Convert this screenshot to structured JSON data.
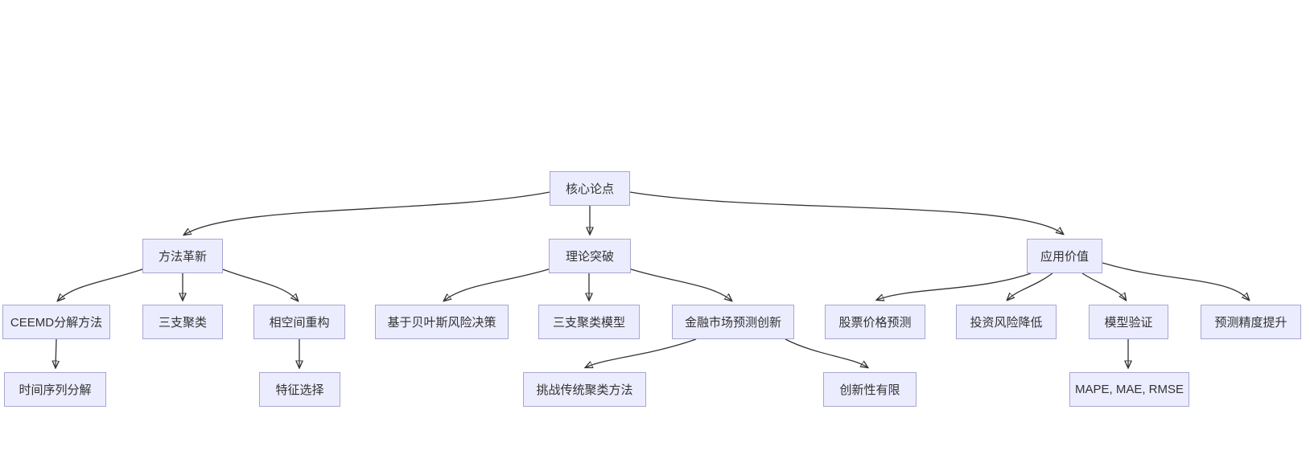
{
  "diagram": {
    "type": "flowchart-top-down",
    "colors": {
      "background": "#ffffff",
      "node_fill": "#ECECFF",
      "node_border": "#A6A6D2",
      "text": "#333333",
      "edge": "#333333"
    },
    "nodes": [
      {
        "id": "core-thesis",
        "label": "核心论点"
      },
      {
        "id": "method-innovation",
        "label": "方法革新"
      },
      {
        "id": "theory-breakthrough",
        "label": "理论突破"
      },
      {
        "id": "application-value",
        "label": "应用价值"
      },
      {
        "id": "ceemd-decomposition",
        "label": "CEEMD分解方法"
      },
      {
        "id": "three-way-clustering",
        "label": "三支聚类"
      },
      {
        "id": "phase-space-reconstruction",
        "label": "相空间重构"
      },
      {
        "id": "bayesian-risk-decision",
        "label": "基于贝叶斯风险决策"
      },
      {
        "id": "three-way-clustering-model",
        "label": "三支聚类模型"
      },
      {
        "id": "financial-forecast-innovation",
        "label": "金融市场预测创新"
      },
      {
        "id": "stock-price-prediction",
        "label": "股票价格预测"
      },
      {
        "id": "investment-risk-reduction",
        "label": "投资风险降低"
      },
      {
        "id": "model-validation",
        "label": "模型验证"
      },
      {
        "id": "forecast-accuracy-improvement",
        "label": "预测精度提升"
      },
      {
        "id": "time-series-decomposition",
        "label": "时间序列分解"
      },
      {
        "id": "feature-selection",
        "label": "特征选择"
      },
      {
        "id": "challenge-traditional-clustering",
        "label": "挑战传统聚类方法"
      },
      {
        "id": "limited-novelty",
        "label": "创新性有限"
      },
      {
        "id": "error-metrics",
        "label": "MAPE, MAE, RMSE"
      }
    ],
    "edges": [
      {
        "from": "core-thesis",
        "to": "method-innovation"
      },
      {
        "from": "core-thesis",
        "to": "theory-breakthrough"
      },
      {
        "from": "core-thesis",
        "to": "application-value"
      },
      {
        "from": "method-innovation",
        "to": "ceemd-decomposition"
      },
      {
        "from": "method-innovation",
        "to": "three-way-clustering"
      },
      {
        "from": "method-innovation",
        "to": "phase-space-reconstruction"
      },
      {
        "from": "ceemd-decomposition",
        "to": "time-series-decomposition"
      },
      {
        "from": "phase-space-reconstruction",
        "to": "feature-selection"
      },
      {
        "from": "theory-breakthrough",
        "to": "bayesian-risk-decision"
      },
      {
        "from": "theory-breakthrough",
        "to": "three-way-clustering-model"
      },
      {
        "from": "theory-breakthrough",
        "to": "financial-forecast-innovation"
      },
      {
        "from": "financial-forecast-innovation",
        "to": "challenge-traditional-clustering"
      },
      {
        "from": "financial-forecast-innovation",
        "to": "limited-novelty"
      },
      {
        "from": "application-value",
        "to": "stock-price-prediction"
      },
      {
        "from": "application-value",
        "to": "investment-risk-reduction"
      },
      {
        "from": "application-value",
        "to": "model-validation"
      },
      {
        "from": "application-value",
        "to": "forecast-accuracy-improvement"
      },
      {
        "from": "model-validation",
        "to": "error-metrics"
      }
    ]
  }
}
